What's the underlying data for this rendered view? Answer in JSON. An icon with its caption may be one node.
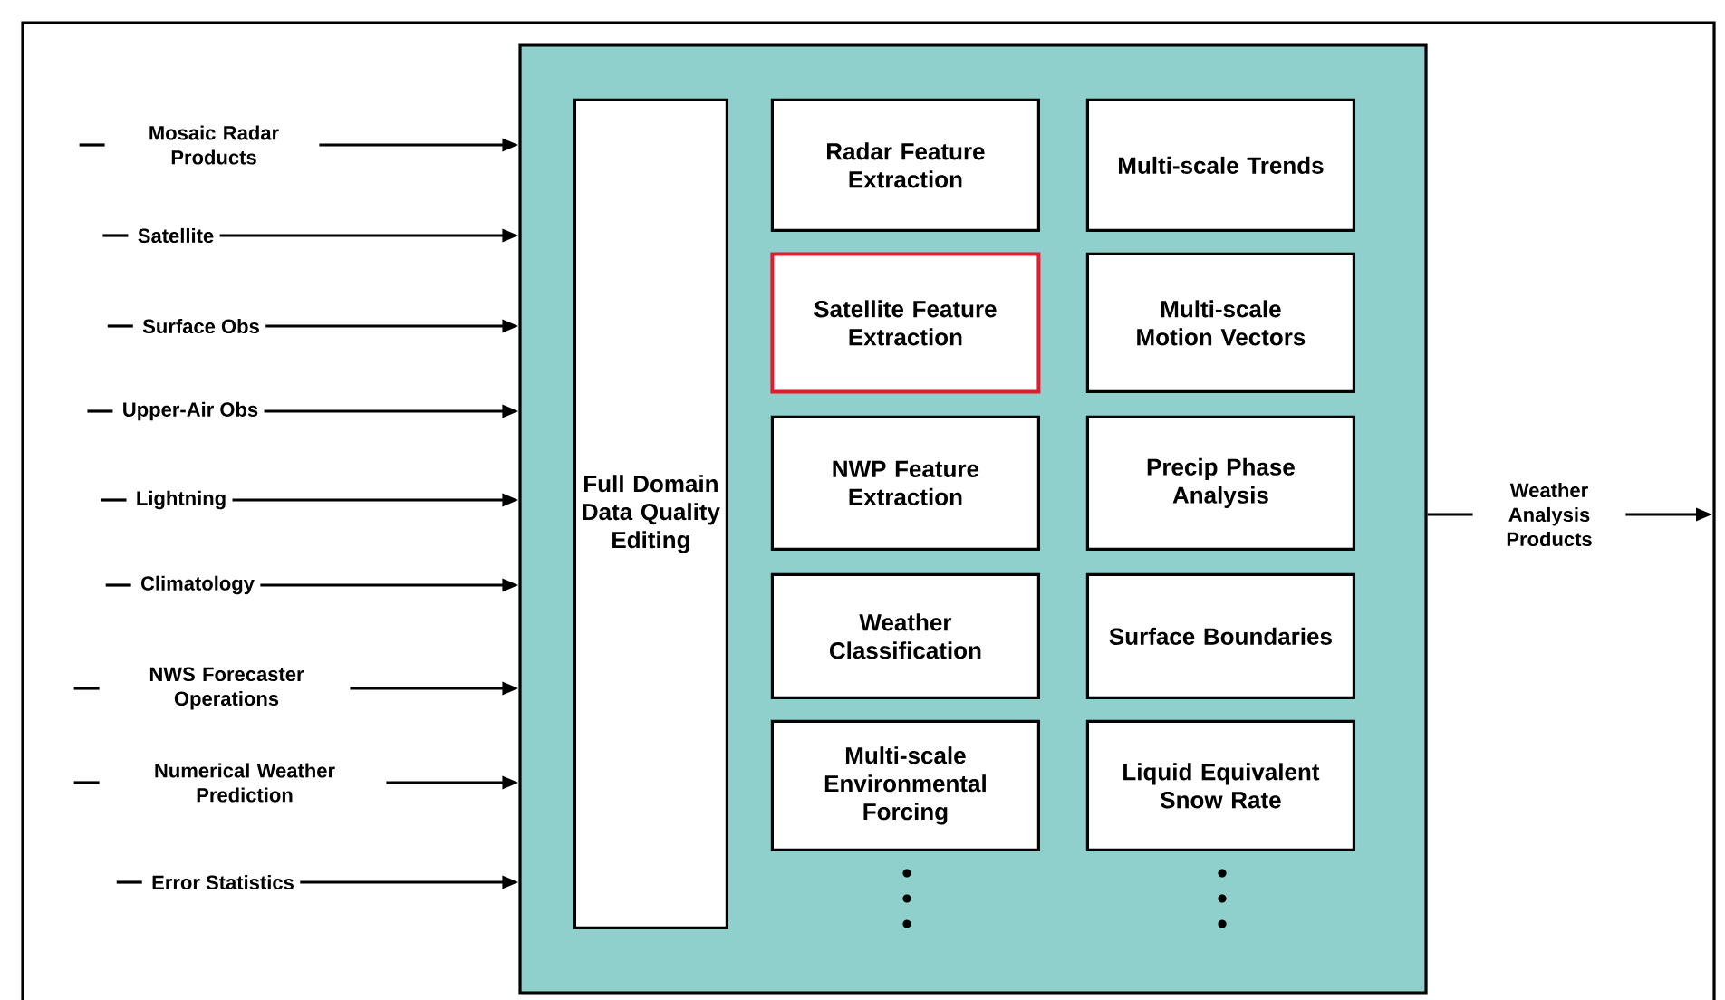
{
  "diagram": {
    "nodes": [
      {
        "text": [],
        "shape": "box"
      },
      {
        "text": [
          "Full Domain Data Quality Editing"
        ],
        "in": 0
      },
      {
        "text": [
          "Radar Feature Extraction"
        ],
        "in": 0
      },
      {
        "text": [
          "Multi-scale Trends"
        ],
        "in": 0
      },
      {
        "text": [
          "Satellite Feature Extraction"
        ],
        "in": 0
      },
      {
        "text": [
          "Multi-scale Motion Vectors"
        ],
        "in": 0
      },
      {
        "text": [
          "NWP Feature Extraction"
        ],
        "in": 0
      },
      {
        "text": [
          "Precip Phase Analysis"
        ],
        "in": 0
      },
      {
        "text": [
          "Weather Classification"
        ],
        "in": 0
      },
      {
        "text": [
          "Surface Boundaries"
        ],
        "in": 0
      },
      {
        "text": [
          "Multi-scale Environmental Forcing"
        ],
        "in": 0
      },
      {
        "text": [
          "Liquid Equivalent Snow Rate"
        ],
        "in": 0
      },
      {
        "text": [
          "Mosaic Radar Products"
        ]
      },
      {
        "text": [
          "Satellite"
        ]
      },
      {
        "text": [
          "Surface Obs"
        ]
      },
      {
        "text": [
          "Upper-Air Obs"
        ]
      },
      {
        "text": [
          "Lightning"
        ]
      },
      {
        "text": [
          "Climatology"
        ]
      },
      {
        "text": [
          "NWS Forecaster Operations"
        ]
      },
      {
        "text": [
          "Numerical Weather Prediction"
        ]
      },
      {
        "text": [
          "Error Statistics"
        ]
      },
      {
        "text": [
          "Weather Analysis Products"
        ]
      }
    ],
    "edges": [
      {
        "from": 12,
        "to": 0,
        "arrow": "to"
      },
      {
        "from": 13,
        "to": 0,
        "arrow": "to"
      },
      {
        "from": 14,
        "to": 0,
        "arrow": "to"
      },
      {
        "from": 15,
        "to": 0,
        "arrow": "to"
      },
      {
        "from": 16,
        "to": 0,
        "arrow": "to"
      },
      {
        "from": 17,
        "to": 0,
        "arrow": "to"
      },
      {
        "from": 18,
        "to": 0,
        "arrow": "to"
      },
      {
        "from": 19,
        "to": 0,
        "arrow": "to"
      },
      {
        "from": 20,
        "to": 0,
        "arrow": "to"
      },
      {
        "from": 0,
        "to": 21,
        "arrow": "none"
      },
      {
        "from": 21,
        "to": null,
        "arrow": "to"
      }
    ]
  }
}
